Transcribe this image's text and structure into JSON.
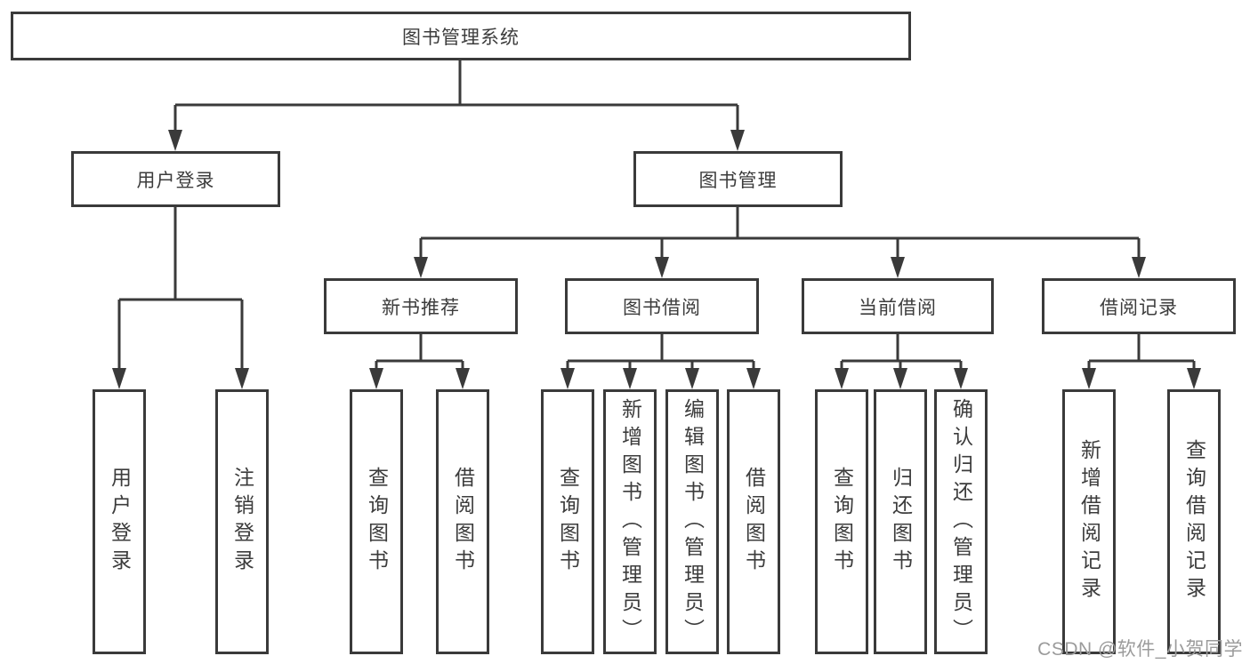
{
  "tree": {
    "root": {
      "label": "图书管理系统"
    },
    "branches": [
      {
        "label": "用户登录",
        "children": [
          {
            "label": "用户登录"
          },
          {
            "label": "注销登录"
          }
        ]
      },
      {
        "label": "图书管理",
        "children": [
          {
            "label": "新书推荐",
            "children": [
              {
                "label": "查询图书"
              },
              {
                "label": "借阅图书"
              }
            ]
          },
          {
            "label": "图书借阅",
            "children": [
              {
                "label": "查询图书"
              },
              {
                "label": "新增图书（管理员）"
              },
              {
                "label": "编辑图书（管理员）"
              },
              {
                "label": "借阅图书"
              }
            ]
          },
          {
            "label": "当前借阅",
            "children": [
              {
                "label": "查询图书"
              },
              {
                "label": "归还图书"
              },
              {
                "label": "确认归还（管理员）"
              }
            ]
          },
          {
            "label": "借阅记录",
            "children": [
              {
                "label": "新增借阅记录"
              },
              {
                "label": "查询借阅记录"
              }
            ]
          }
        ]
      }
    ]
  },
  "watermark": "CSDN @软件_小贺同学",
  "colors": {
    "line": "#3a3a3a",
    "text": "#3c3c3c",
    "background": "#ffffff",
    "watermark": "#9b9b9b"
  }
}
